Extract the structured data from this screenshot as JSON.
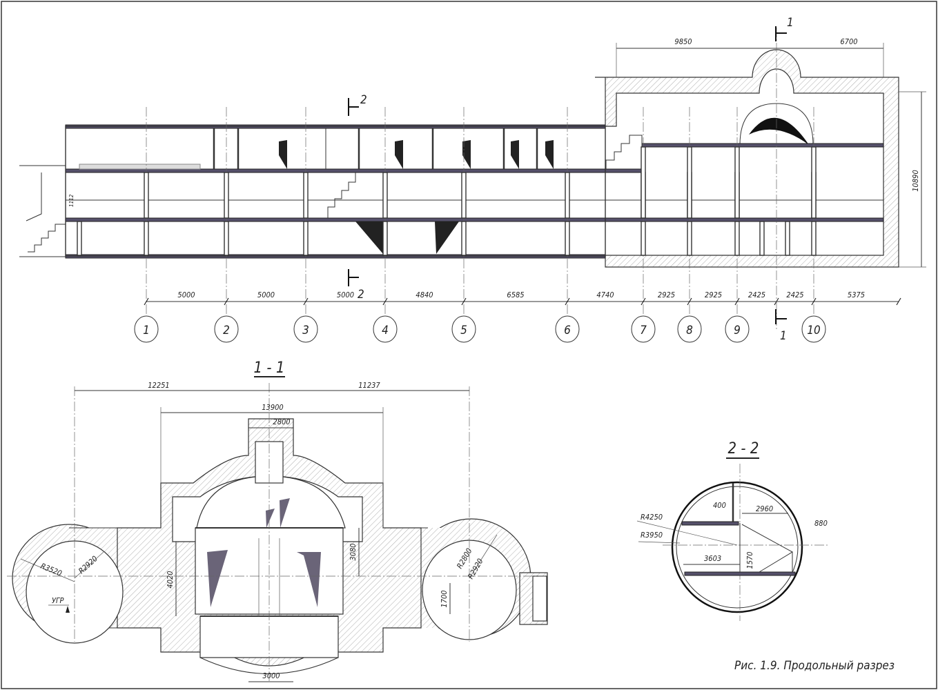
{
  "longitudinal_section": {
    "top_dims": [
      "9850",
      "6700"
    ],
    "height_dim": "10890",
    "level_dim": "1112",
    "bottom_dims": [
      "5000",
      "5000",
      "5000",
      "4840",
      "6585",
      "4740",
      "2925",
      "2925",
      "2425",
      "2425",
      "5375"
    ],
    "axes": [
      "1",
      "2",
      "3",
      "4",
      "5",
      "6",
      "7",
      "8",
      "9",
      "10"
    ],
    "cut_marks": {
      "section1": "1",
      "section2": "2"
    }
  },
  "section_1_1": {
    "title": "1 - 1",
    "dims": {
      "left": "12251",
      "right": "11237",
      "middle": "13900",
      "shaft": "2800",
      "bottom": "3000",
      "h_left": "4020",
      "h_right": "3080",
      "h_tunnel": "1700",
      "r_left_outer": "R3520",
      "r_left_inner": "R2920",
      "r_right_outer": "R2800",
      "r_right_inner": "R2920"
    },
    "level_mark": "УГР"
  },
  "section_2_2": {
    "title": "2 - 2",
    "dims": {
      "d400": "400",
      "d2960": "2960",
      "d880": "880",
      "r_outer": "R4250",
      "r_inner": "R3950",
      "d3603": "3603",
      "d1570": "1570"
    }
  },
  "caption": "Рис. 1.9. Продольный разрез"
}
